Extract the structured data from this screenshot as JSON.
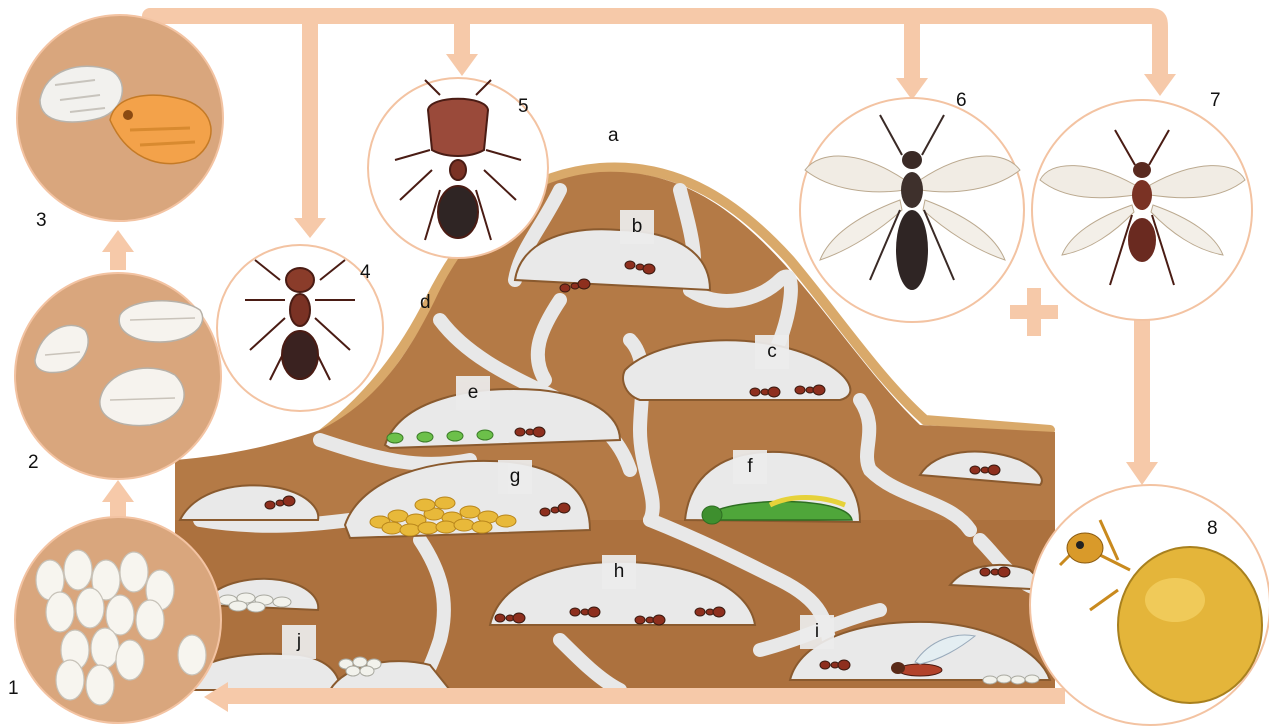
{
  "colors": {
    "arrow": "#f6c9a9",
    "circle_border": "#f3c3a2",
    "circle_fill": "#fbeee4",
    "soil_dark": "#9b6435",
    "soil": "#b47a46",
    "tunnel": "#e6e6e6",
    "plus": "#f6c9a9"
  },
  "icons": {
    "eggs": "egg-cluster-icon",
    "larvae": "larva-icon",
    "pupae": "pupa-icon",
    "worker": "worker-ant-icon",
    "soldier": "soldier-ant-icon",
    "winged_female": "winged-queen-ant-icon",
    "winged_male": "winged-male-ant-icon",
    "repletes": "honeypot-ant-icon"
  },
  "stages": [
    {
      "number": "1"
    },
    {
      "number": "2"
    },
    {
      "number": "3"
    },
    {
      "number": "4"
    },
    {
      "number": "5"
    },
    {
      "number": "6"
    },
    {
      "number": "7"
    },
    {
      "number": "8"
    }
  ],
  "chambers": {
    "a": "a",
    "b": "b",
    "c": "c",
    "d": "d",
    "e": "e",
    "f": "f",
    "g": "g",
    "h": "h",
    "i": "i",
    "j": "j"
  },
  "plus_symbol": "+"
}
